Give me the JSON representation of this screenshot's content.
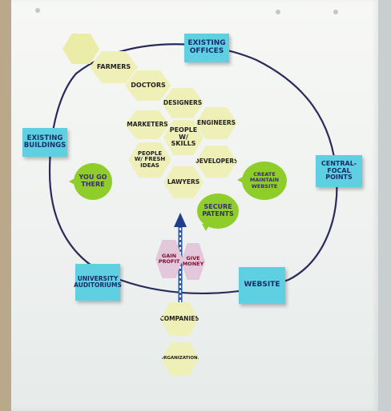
{
  "notes": {
    "existing_offices": "EXISTING OFFICES",
    "existing_buildings": "EXISTING BUILDINGS",
    "central_focal_points": "CENTRAL-FOCAL POINTS",
    "university_auditoriums": "UNIVERSITY AUDITORIUMS",
    "website": "WEBSITE"
  },
  "hexagons": {
    "farmers": "FARMERS",
    "doctors": "DOCTORS",
    "designers": "DESIGNERS",
    "marketers": "MARKETERS",
    "engineers": "ENGINEERS",
    "people_skills": "PEOPLE w/ SKILLS",
    "people_fresh_ideas": "PEOPLE w/ Fresh ideas",
    "developers": "DEVELOPERS",
    "lawyers": "LAWYERS",
    "companies": "COMPANIES",
    "organizations": "ORGANIZATIONS",
    "gain_profit": "GAIN PROFIT",
    "give_money": "GIVE MONEY"
  },
  "bubbles": {
    "you_go_there": "YOU GO THERE",
    "create_maintain_website": "CREATE MAINTAIN WEBSITE",
    "secure_patents": "SECURE PATENTS"
  },
  "colors": {
    "sticky_blue": "#5ed0e2",
    "hex_yellow": "#eff0b8",
    "bubble_green": "#8fce2a",
    "hex_pink": "#e3c8dc",
    "marker_navy": "#1b2a6b"
  }
}
